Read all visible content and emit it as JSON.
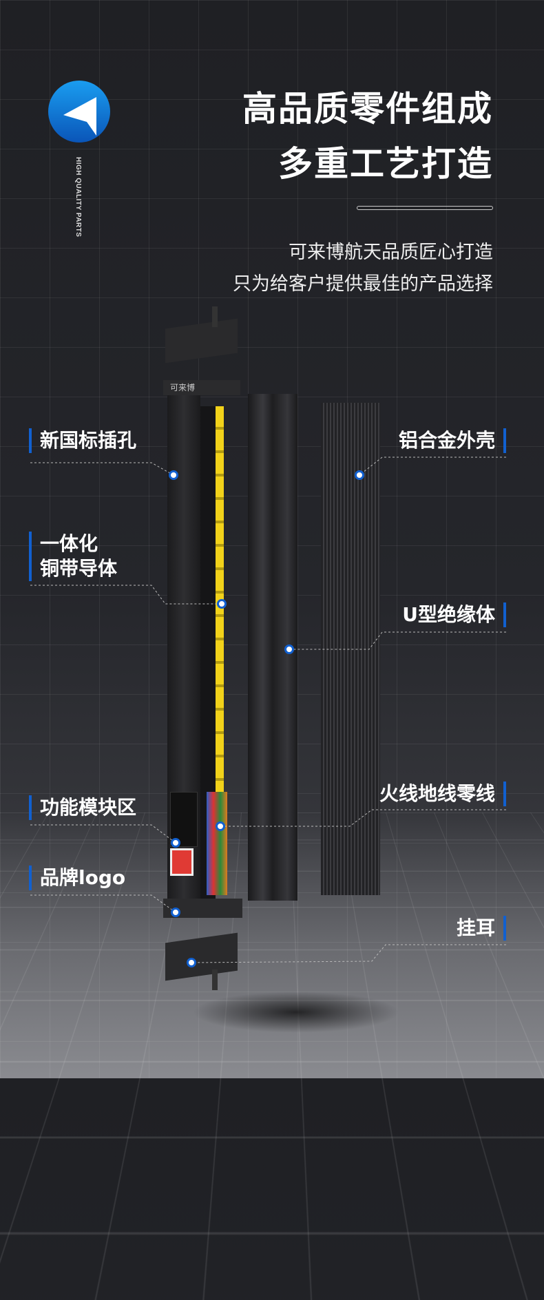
{
  "brand_logo_caption": "HIGH QUALITY PARTS",
  "headline": [
    "高品质零件组成",
    "多重工艺打造"
  ],
  "subtitle": [
    "可来博航天品质匠心打造",
    "只为给客户提供最佳的产品选择"
  ],
  "product_brand": "可来博",
  "labels_left": [
    {
      "text": "新国标插孔"
    },
    {
      "text": "一体化",
      "text2": "铜带导体"
    },
    {
      "text": "功能模块区"
    },
    {
      "text": "品牌logo"
    }
  ],
  "labels_right": [
    {
      "text": "铝合金外壳"
    },
    {
      "text": "U型绝缘体"
    },
    {
      "text": "火线地线零线"
    },
    {
      "text": "挂耳"
    }
  ],
  "colors": {
    "accent": "#1160d0",
    "copper": "#f2d21a"
  }
}
